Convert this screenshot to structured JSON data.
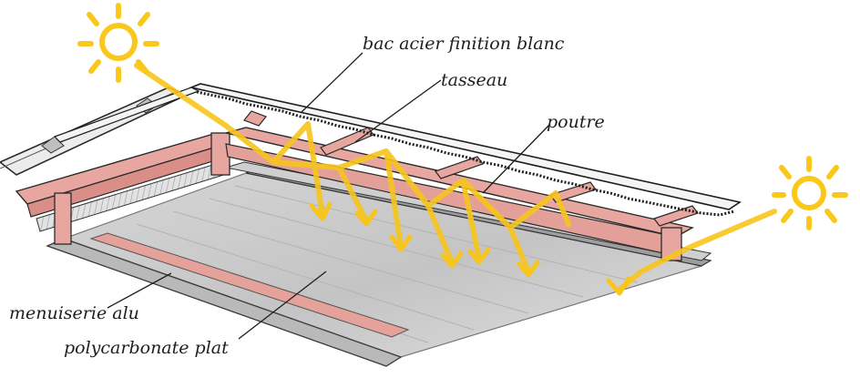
{
  "labels": {
    "bac_acier": "bac acier finition blanc",
    "tasseau": "tasseau",
    "poutre": "poutre",
    "menuiserie": "menuiserie alu",
    "polycarbonate": "polycarbonate plat"
  },
  "colors": {
    "sun": "#f9c81a",
    "sunbeam": "#f7c51c",
    "beam_pink": "#e7a7a0",
    "beam_pink_dark": "#d98e87",
    "ink": "#1e1e1e",
    "pencil_grey": "#8f8f8f"
  },
  "icons": {
    "sun_left": "sun-icon",
    "sun_right": "sun-icon"
  }
}
